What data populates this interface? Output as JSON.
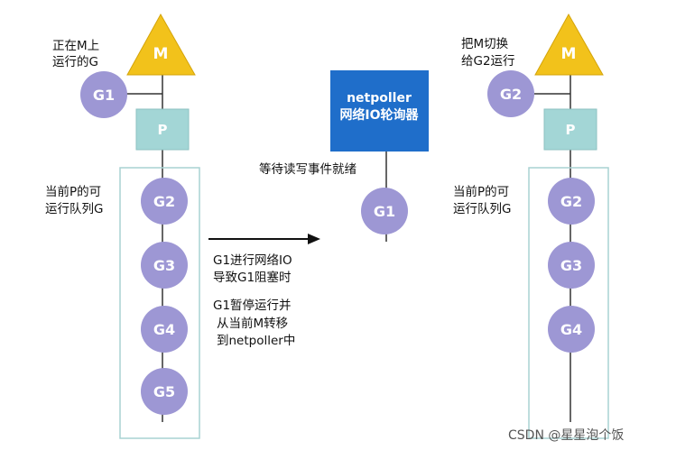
{
  "colors": {
    "m_fill": "#F2C21B",
    "m_stroke": "#D4A40A",
    "g_fill": "#9D97D4",
    "p_fill": "#A3D6D6",
    "p_stroke": "#8CC2C2",
    "queue_stroke": "#A9D2D2",
    "netpoller_fill": "#1F6ECA",
    "line": "#333333"
  },
  "left": {
    "m_label": "M",
    "p_label": "P",
    "running_g": "G1",
    "running_caption": [
      "正在M上",
      "运行的G"
    ],
    "queue_caption": [
      "当前P的可",
      "运行队列G"
    ],
    "queue": [
      "G2",
      "G3",
      "G4",
      "G5"
    ]
  },
  "middle": {
    "netpoller_label": [
      "netpoller",
      "网络IO轮询器"
    ],
    "wait_caption": "等待读写事件就绪",
    "waiting_g": "G1",
    "arrow_caption_1": [
      "G1进行网络IO",
      "导致G1阻塞时"
    ],
    "arrow_caption_2": [
      "G1暂停运行并",
      "从当前M转移",
      "到netpoller中"
    ]
  },
  "right": {
    "m_label": "M",
    "p_label": "P",
    "running_g": "G2",
    "switch_caption": [
      "把M切换",
      "给G2运行"
    ],
    "queue_caption": [
      "当前P的可",
      "运行队列G"
    ],
    "queue": [
      "G2",
      "G3",
      "G4"
    ]
  },
  "watermark": "CSDN @星星泡个饭"
}
